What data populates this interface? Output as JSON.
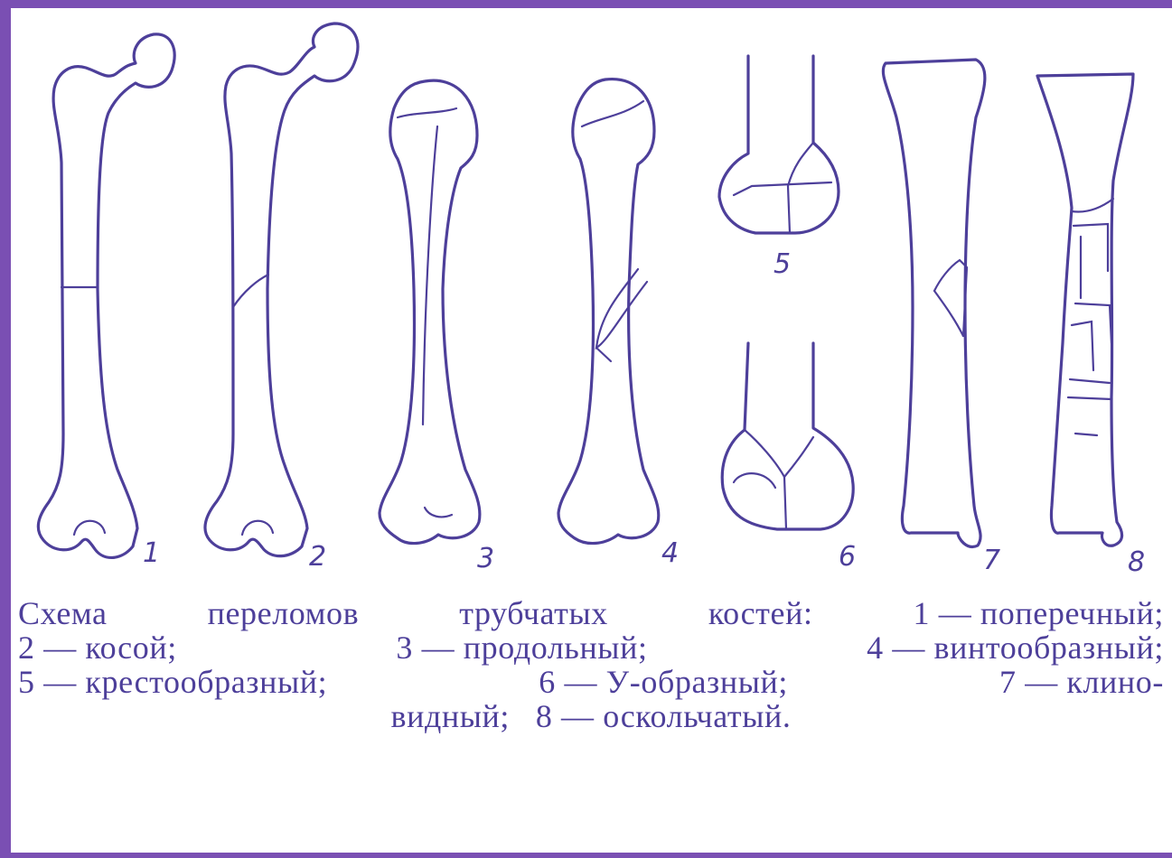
{
  "figure": {
    "labels": [
      "1",
      "2",
      "3",
      "4",
      "5",
      "6",
      "7",
      "8"
    ],
    "caption": {
      "line1": [
        "Схема",
        "переломов",
        "трубчатых",
        "костей:",
        "1 — поперечный;"
      ],
      "line2": [
        "2 — косой;",
        "3 — продольный;",
        "4 — винтообразный;"
      ],
      "line3": [
        "5 — крестообразный;",
        "6 — У-образный;",
        "7 — клино-"
      ],
      "line4": "видный;   8 — оскольчатый."
    }
  },
  "colors": {
    "frame": "#7a4fb3",
    "ink": "#4d3f9a",
    "background": "#ffffff"
  }
}
